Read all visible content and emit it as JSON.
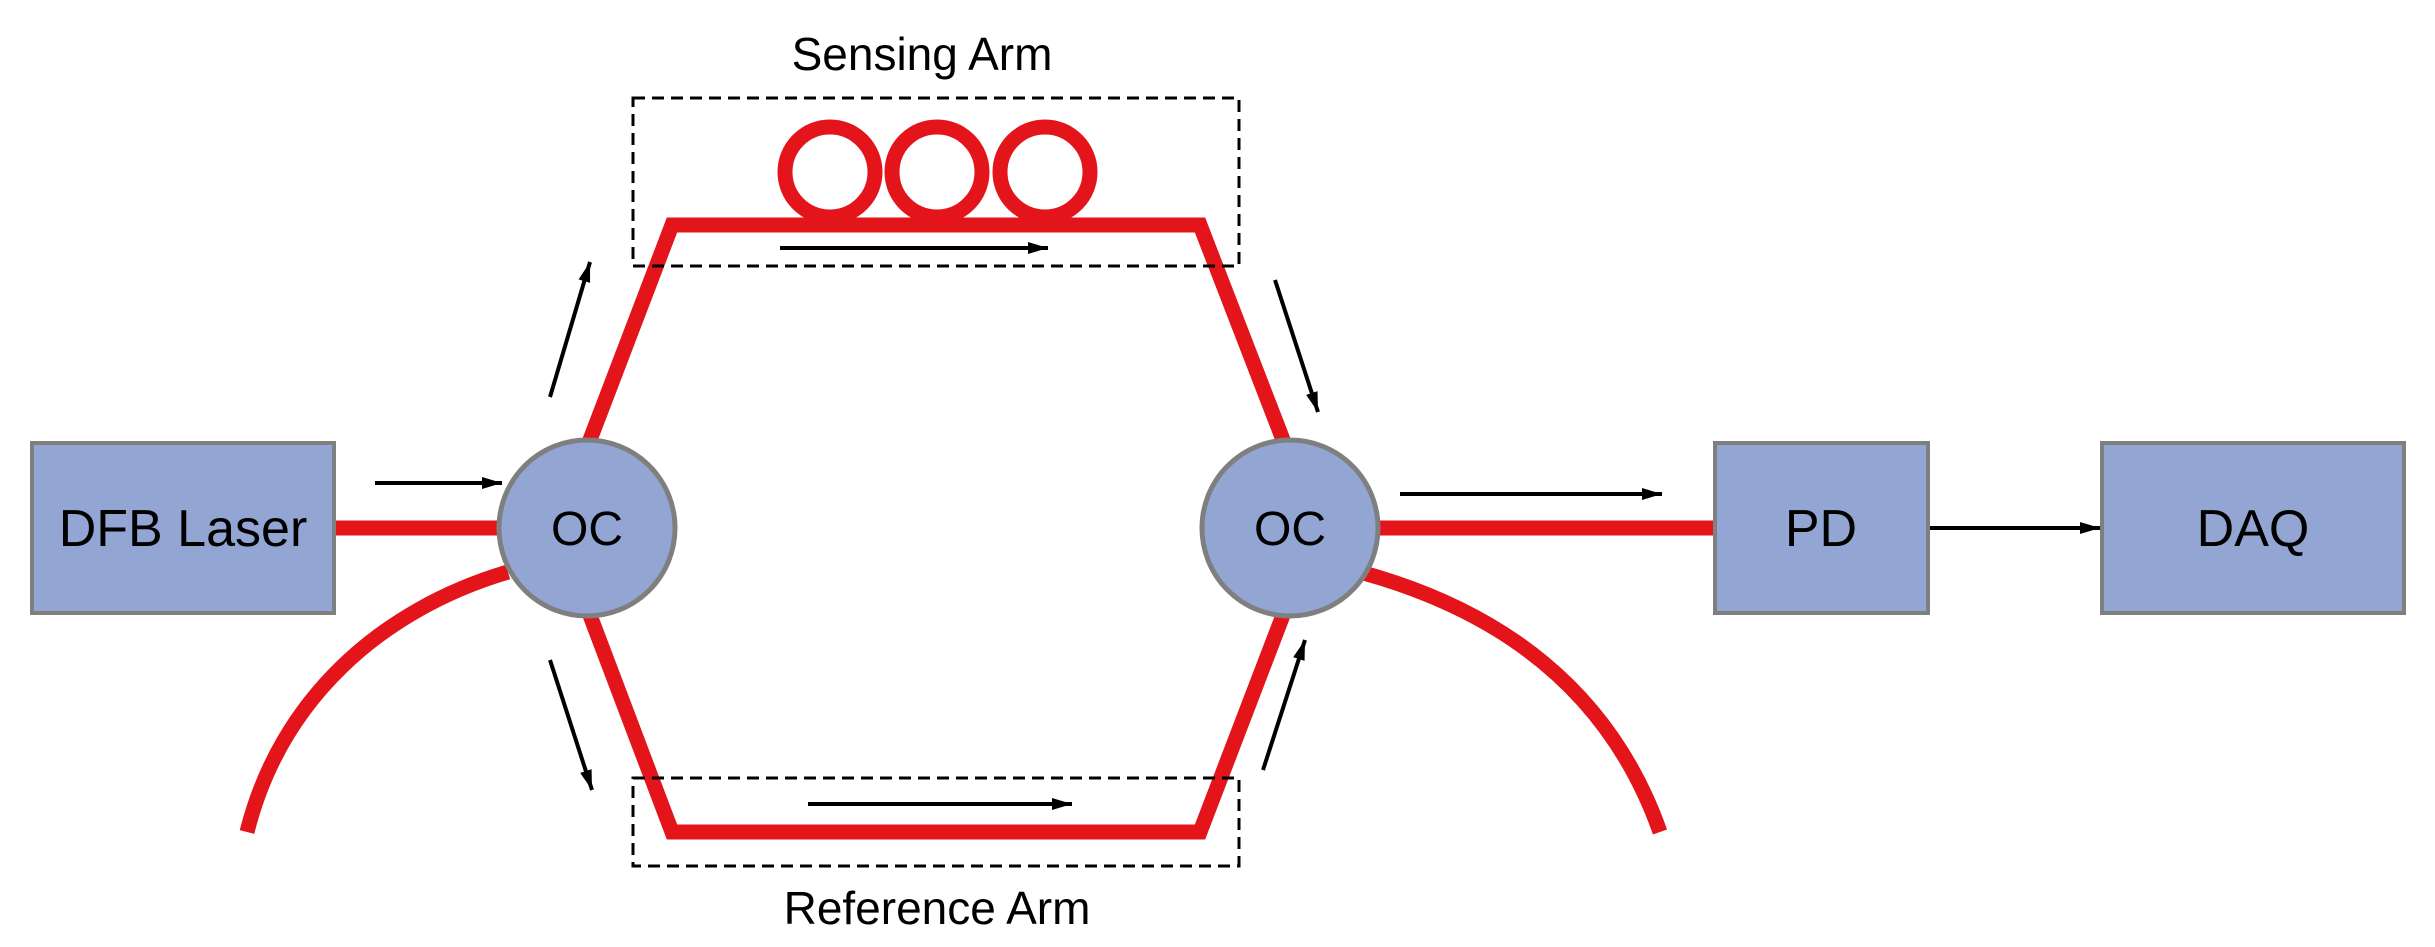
{
  "colors": {
    "fiber": "#e4141b",
    "component_fill": "#93a5d3",
    "component_border": "#7f7f7f",
    "arrow": "#000000",
    "dashed_box": "#000000"
  },
  "labels": {
    "sensing_arm": "Sensing Arm",
    "reference_arm": "Reference Arm"
  },
  "components": {
    "laser": "DFB Laser",
    "coupler_left": "OC",
    "coupler_right": "OC",
    "photodetector": "PD",
    "daq": "DAQ"
  },
  "sensing_coil": {
    "loop_count": 3
  }
}
